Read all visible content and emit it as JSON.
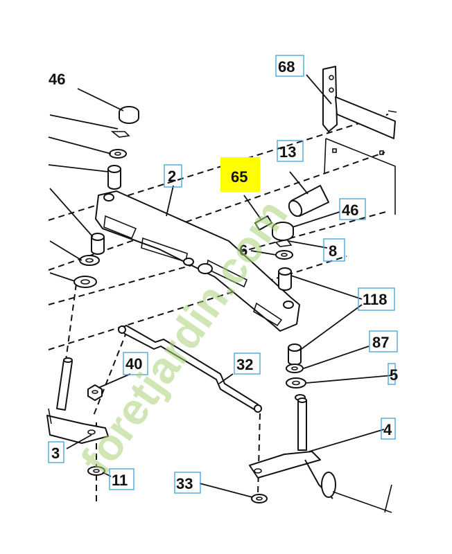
{
  "callouts": {
    "c68": "68",
    "c46_top": "46",
    "c13": "13",
    "c2": "2",
    "c65": "65",
    "c46_right": "46",
    "c6": "6",
    "c8": "8",
    "c118": "118",
    "c87": "87",
    "c5": "5",
    "c40": "40",
    "c32": "32",
    "c4": "4",
    "c3": "3",
    "c11": "11",
    "c33": "33"
  },
  "highlight_color": "#ffff00",
  "box_color": "#49a9d6",
  "watermark": {
    "text": "foretjardin.com",
    "color": "#a9d178"
  }
}
